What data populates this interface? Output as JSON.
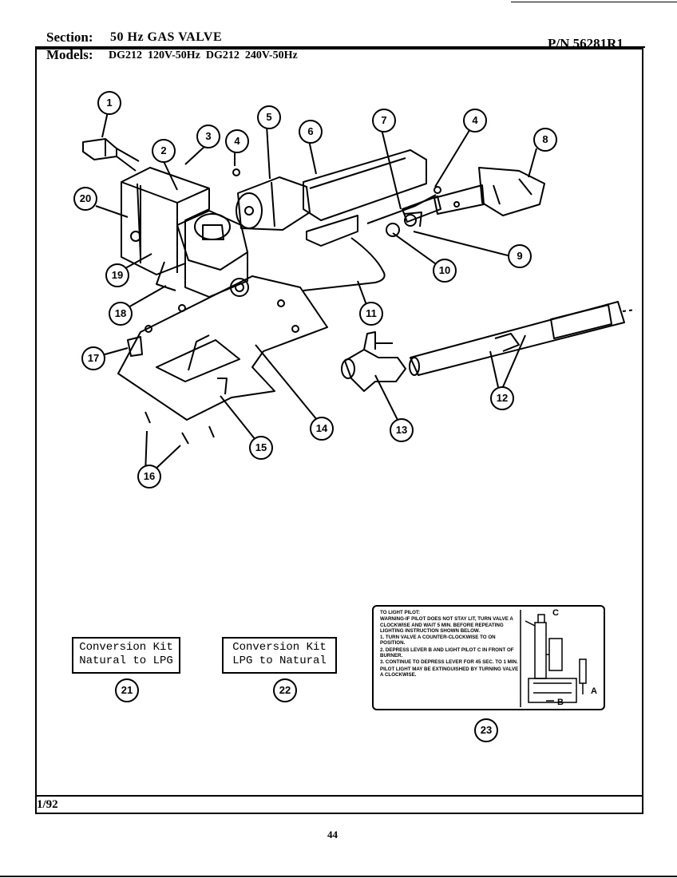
{
  "header": {
    "section_label": "Section:",
    "section_value": "50 Hz GAS VALVE",
    "part_number": "P/N 56281R1",
    "models_label": "Models:",
    "models_value": "DG212  120V-50Hz  DG212  240V-50Hz"
  },
  "callouts": [
    "1",
    "2",
    "3",
    "4",
    "5",
    "6",
    "7",
    "4",
    "8",
    "20",
    "9",
    "19",
    "10",
    "18",
    "11",
    "17",
    "14",
    "12",
    "13",
    "15",
    "16",
    "21",
    "22",
    "23"
  ],
  "kits": {
    "kit21_line1": "Conversion Kit",
    "kit21_line2": "Natural to LPG",
    "kit22_line1": "Conversion Kit",
    "kit22_line2": "LPG to Natural"
  },
  "pilot_instructions": {
    "title": "TO LIGHT PILOT:",
    "warning": "WARNING-IF PILOT DOES NOT STAY LIT, TURN VALVE A CLOCKWISE AND WAIT 5 MIN. BEFORE REPEATING LIGHTING INSTRUCTION SHOWN BELOW.",
    "step1": "1. TURN VALVE A COUNTER-CLOCKWISE TO ON POSITION.",
    "step2": "2. DEPRESS LEVER B AND LIGHT PILOT C IN FRONT OF BURNER.",
    "step3": "3. CONTINUE TO DEPRESS LEVER FOR 45 SEC. TO 1 MIN.",
    "note": "PILOT LIGHT MAY BE EXTINGUISHED BY TURNING VALVE A CLOCKWISE.",
    "label_a": "A",
    "label_b": "B",
    "label_c": "C"
  },
  "footer": {
    "date": "1/92",
    "page_number": "44"
  }
}
